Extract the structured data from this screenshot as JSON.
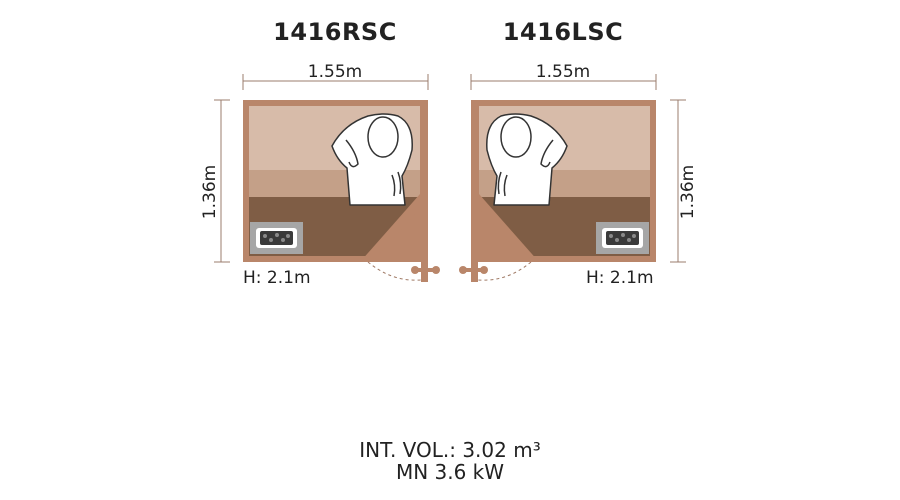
{
  "models": [
    {
      "name": "1416RSC",
      "width": "1.55m",
      "depth": "1.36m",
      "height": "H: 2.1m"
    },
    {
      "name": "1416LSC",
      "width": "1.55m",
      "depth": "1.36m",
      "height": "H: 2.1m"
    }
  ],
  "footer": {
    "volume": "INT. VOL.: 3.02 m³",
    "heater": "MN 3.6 kW"
  },
  "colors": {
    "wall": "#b9866a",
    "bench_upper": "#d7bba9",
    "bench_lower": "#c4a088",
    "floor": "#7f5d45",
    "dim_line": "#9b7c6d",
    "heater_box": "#a6a6a6"
  },
  "icons": [
    "person-top-view-icon",
    "sauna-heater-icon",
    "door-handle-icon"
  ]
}
